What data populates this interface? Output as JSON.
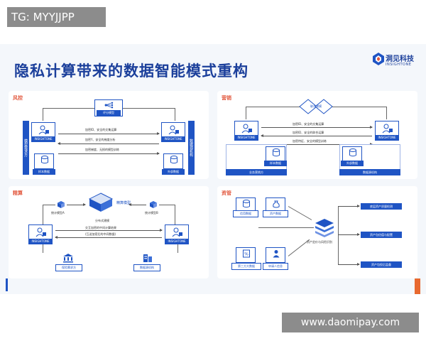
{
  "watermark": {
    "tag": "TG: MYYJJPP",
    "url": "www.daomipay.com"
  },
  "title": "隐私计算带来的数据智能模式重构",
  "logo": {
    "name": "洞见科技",
    "sub": "INSIGHTONE"
  },
  "brand_color": "#1f54c4",
  "accent_color": "#e2583e",
  "panels": {
    "risk": {
      "title": "风控",
      "left_bar": "模型需求方",
      "right_bar": "数据源机构",
      "node_caption": "INSIGHTONE",
      "top_box": "评分模型",
      "left_data": "样本数据",
      "right_data": "外部数据",
      "lines": [
        "加密ID、安全的交集运算",
        "加密Y、安全的梯度分析",
        "加密梯度、无损的模型训练"
      ]
    },
    "marketing": {
      "title": "营销",
      "top_box": "联合建模",
      "node_caption": "INSIGHTONE",
      "left_data": "样本数据",
      "right_data": "外部数据",
      "left_bottom": "业务营销方",
      "right_bottom": "数据源机构",
      "lines": [
        "加密ID、安全的交集运算",
        "加密ID、安全的联合运算",
        "加密特征、安全的模型训练"
      ]
    },
    "finance": {
      "title": "精算",
      "top_box": "精算模型",
      "left_sub": "统计模型A",
      "right_sub": "统计模型B",
      "node_caption": "INSIGHTONE",
      "center_lines": [
        "分布式建模",
        "交互加密的中间计算结果",
        "(互送加密后的中间数据)"
      ],
      "left_bottom": "保险需求方",
      "right_bottom": "数据源机构"
    },
    "asset": {
      "title": "资管",
      "left_top": "信用数据",
      "mid_top": "资产数据",
      "left_bottom": "第三方大数据",
      "mid_bottom": "申请人信息",
      "center": "资产定价与风险识别",
      "outputs": [
        "底层资产质量检测",
        "资产包估值与配置",
        "资产包投后监督"
      ]
    }
  }
}
